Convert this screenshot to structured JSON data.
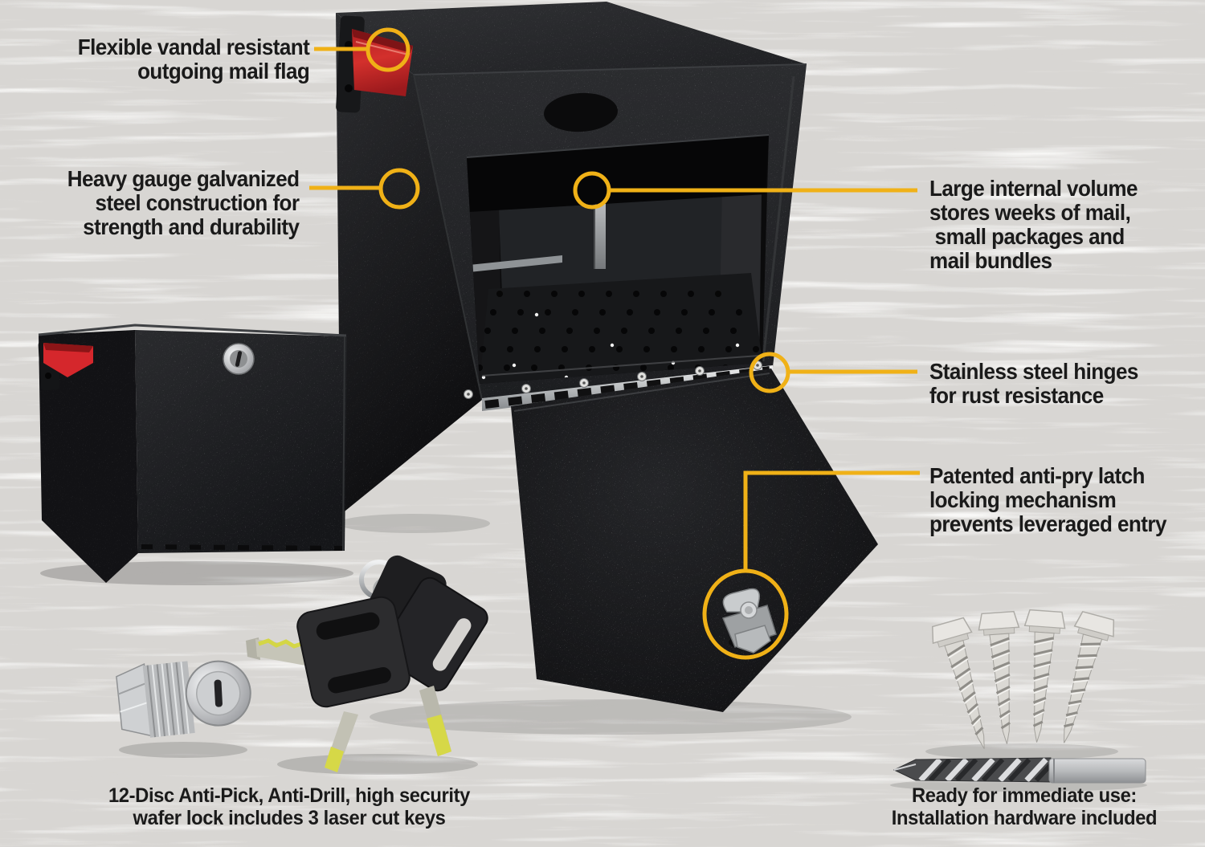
{
  "colors": {
    "accent_yellow": "#F0B117",
    "flag_red": "#C9252B",
    "box_black": "#1B1C1E",
    "background_gray": "#D7D5D2",
    "text_black": "#1A1A1A",
    "hardware_silver": "#D6D7D9"
  },
  "annotations": {
    "flag": {
      "lines": [
        "Flexible vandal resistant",
        "outgoing mail flag"
      ]
    },
    "construction": {
      "lines": [
        "Heavy gauge galvanized",
        "steel construction for",
        "strength and durability"
      ]
    },
    "volume": {
      "lines": [
        "Large internal volume",
        "stores weeks of mail,",
        " small packages and",
        "mail bundles"
      ]
    },
    "hinges": {
      "lines": [
        "Stainless steel hinges",
        "for rust resistance"
      ]
    },
    "latch": {
      "lines": [
        "Patented anti-pry latch",
        "locking mechanism",
        "prevents leveraged entry"
      ]
    },
    "lock_caption": {
      "lines": [
        "12-Disc Anti-Pick, Anti-Drill, high security",
        "wafer lock includes 3 laser cut keys"
      ]
    },
    "hardware_caption": {
      "lines": [
        "Ready for immediate use:",
        "Installation hardware included"
      ]
    }
  },
  "scene": {
    "items": [
      "open security mailbox",
      "rear mailbox with lock",
      "wafer lock cylinder",
      "three laser cut keys",
      "four lag screws",
      "drill bit",
      "red outgoing mail flag"
    ]
  }
}
